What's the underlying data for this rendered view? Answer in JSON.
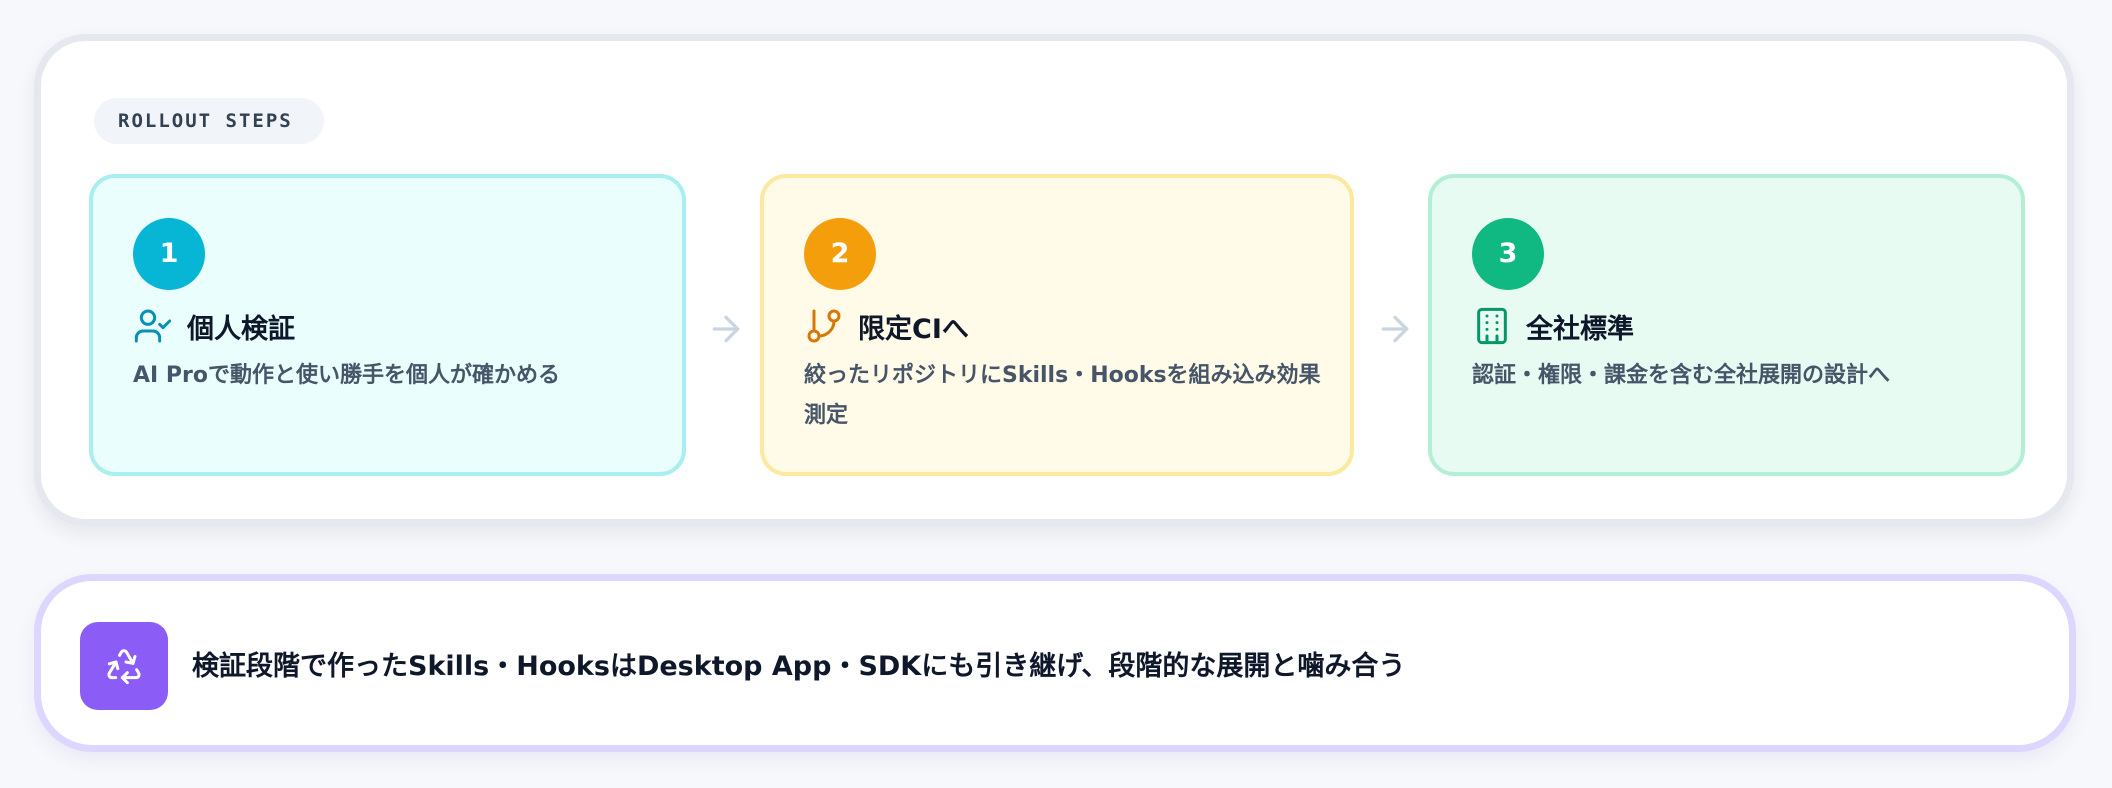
{
  "section_tag": "ROLLOUT STEPS",
  "colors": {
    "step1": "#06b6d4",
    "step2": "#f59e0b",
    "step3": "#10b981",
    "banner_accent": "#8b5cf6"
  },
  "steps": [
    {
      "number": "1",
      "icon": "user-check-icon",
      "title": "個人検証",
      "description": "AI Proで動作と使い勝手を個人が確かめる"
    },
    {
      "number": "2",
      "icon": "git-branch-icon",
      "title": "限定CIへ",
      "description": "絞ったリポジトリにSkills・Hooksを組み込み効果測定"
    },
    {
      "number": "3",
      "icon": "building-icon",
      "title": "全社標準",
      "description": "認証・権限・課金を含む全社展開の設計へ"
    }
  ],
  "banner": {
    "icon": "recycle-icon",
    "text": "検証段階で作ったSkills・HooksはDesktop App・SDKにも引き継げ、段階的な展開と噛み合う"
  }
}
